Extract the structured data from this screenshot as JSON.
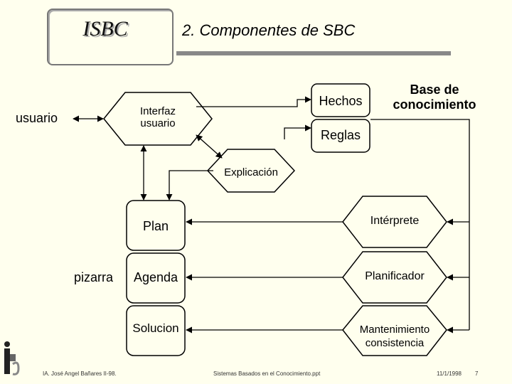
{
  "header": {
    "logo_text": "ISBC",
    "title": "2. Componentes de SBC"
  },
  "diagram": {
    "usuario": "usuario",
    "interfaz_line1": "Interfaz",
    "interfaz_line2": "usuario",
    "hechos": "Hechos",
    "base_line1": "Base de",
    "base_line2": "conocimiento",
    "reglas": "Reglas",
    "explicacion": "Explicación",
    "plan": "Plan",
    "pizarra": "pizarra",
    "agenda": "Agenda",
    "solucion": "Solucion",
    "interprete": "Intérprete",
    "planificador": "Planificador",
    "mantenimiento_line1": "Mantenimiento",
    "mantenimiento_line2": "consistencia"
  },
  "footer": {
    "author": "IA. José Angel Bañares II-98.",
    "file": "Sistemas Basados en el Conocimiento.ppt",
    "date": "11/1/1998",
    "page": "7"
  }
}
